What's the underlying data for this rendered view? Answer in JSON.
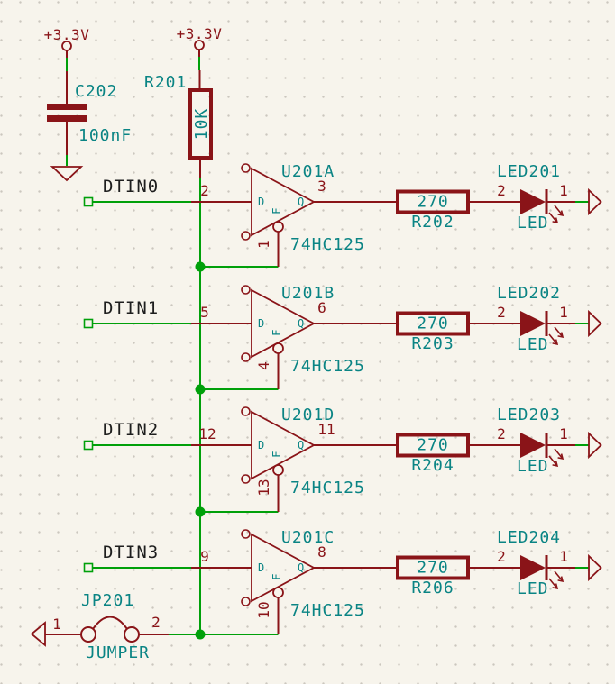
{
  "schematic": {
    "power_symbols": [
      {
        "label": "+3.3V"
      },
      {
        "label": "+3.3V"
      }
    ],
    "capacitor": {
      "ref": "C202",
      "value": "100nF"
    },
    "pullup_resistor": {
      "ref": "R201",
      "value": "10K"
    },
    "net_labels": [
      "DTIN0",
      "DTIN1",
      "DTIN2",
      "DTIN3"
    ],
    "pin_names": {
      "input": "D",
      "output": "Q",
      "enable": "E"
    },
    "gates": [
      {
        "ref": "U201A",
        "value": "74HC125",
        "input_pin": "2",
        "output_pin": "3",
        "enable_pin": "1"
      },
      {
        "ref": "U201B",
        "value": "74HC125",
        "input_pin": "5",
        "output_pin": "6",
        "enable_pin": "4"
      },
      {
        "ref": "U201D",
        "value": "74HC125",
        "input_pin": "12",
        "output_pin": "11",
        "enable_pin": "13"
      },
      {
        "ref": "U201C",
        "value": "74HC125",
        "input_pin": "9",
        "output_pin": "8",
        "enable_pin": "10"
      }
    ],
    "series_resistors": [
      {
        "ref": "R202",
        "value": "270"
      },
      {
        "ref": "R203",
        "value": "270"
      },
      {
        "ref": "R204",
        "value": "270"
      },
      {
        "ref": "R206",
        "value": "270"
      }
    ],
    "leds": [
      {
        "ref": "LED201",
        "value": "LED",
        "anode_pin": "2",
        "cathode_pin": "1"
      },
      {
        "ref": "LED202",
        "value": "LED",
        "anode_pin": "2",
        "cathode_pin": "1"
      },
      {
        "ref": "LED203",
        "value": "LED",
        "anode_pin": "2",
        "cathode_pin": "1"
      },
      {
        "ref": "LED204",
        "value": "LED",
        "anode_pin": "2",
        "cathode_pin": "1"
      }
    ],
    "jumper": {
      "ref": "JP201",
      "value": "JUMPER",
      "pin1": "1",
      "pin2": "2"
    },
    "colors": {
      "symbol_outline": "#8A1418",
      "fields_text": "#0A8484",
      "wire": "#00A00A",
      "junction": "#00A00A",
      "net_label_text": "#1E1E1E",
      "pin_number_text": "#8A1418",
      "background": "#F7F4EC",
      "grid_dot": "#CBC7BE"
    }
  }
}
